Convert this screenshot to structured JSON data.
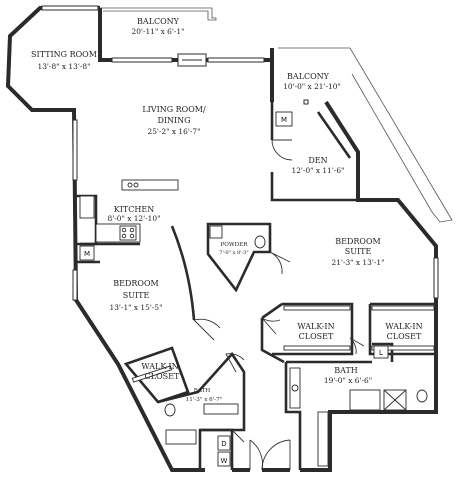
{
  "rooms": {
    "balcony_top": {
      "name": "BALCONY",
      "dim": "20'-11\" x 6'-1\""
    },
    "sitting_room": {
      "name": "SITTING ROOM",
      "dim": "13'-8\" x 13'-8\""
    },
    "balcony_right": {
      "name": "BALCONY",
      "dim": "10'-0\" x 21'-10\""
    },
    "living_dining": {
      "name_line1": "LIVING ROOM/",
      "name_line2": "DINING",
      "dim": "25'-2\" x 16'-7\""
    },
    "den": {
      "name": "DEN",
      "dim": "12'-0\" x 11'-6\""
    },
    "kitchen": {
      "name": "KITCHEN",
      "dim": "8'-0\" x 12'-10\""
    },
    "powder": {
      "name": "POWDER",
      "dim": "7'-0\" x 8'-3\""
    },
    "bedroom_suite_right": {
      "name_line1": "BEDROOM",
      "name_line2": "SUITE",
      "dim": "21'-3\" x 13'-1\""
    },
    "bedroom_suite_left": {
      "name_line1": "BEDROOM",
      "name_line2": "SUITE",
      "dim": "13'-1\" x 15'-5\""
    },
    "walkin_left": {
      "name_line1": "WALK-IN",
      "name_line2": "CLOSET"
    },
    "walkin_right": {
      "name_line1": "WALK-IN",
      "name_line2": "CLOSET"
    },
    "walkin_left_bed": {
      "name_line1": "WALK-IN",
      "name_line2": "CLOSET"
    },
    "bath_right": {
      "name": "BATH",
      "dim": "19'-0\" x 6'-6\""
    },
    "bath_left": {
      "name": "BATH",
      "dim": "11'-3\" x 6'-7\""
    }
  },
  "appliances": {
    "mech_top": "M",
    "mech_kitchen": "M",
    "linen": "L",
    "washer": "W",
    "dryer": "D"
  }
}
